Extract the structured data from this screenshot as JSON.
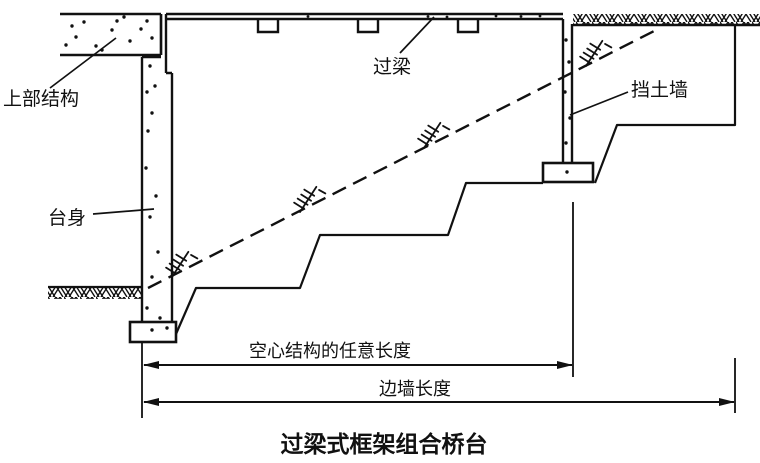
{
  "figure": {
    "title": "过梁式框架组合桥台",
    "labels": {
      "superstructure": "上部结构",
      "lintel": "过梁",
      "retaining_wall": "挡土墙",
      "abutment_body": "台身"
    },
    "dimensions": {
      "hollow_structure_length": "空心结构的任意长度",
      "side_wall_length": "边墙长度"
    },
    "colors": {
      "line": "#111111",
      "background": "#ffffff"
    }
  }
}
